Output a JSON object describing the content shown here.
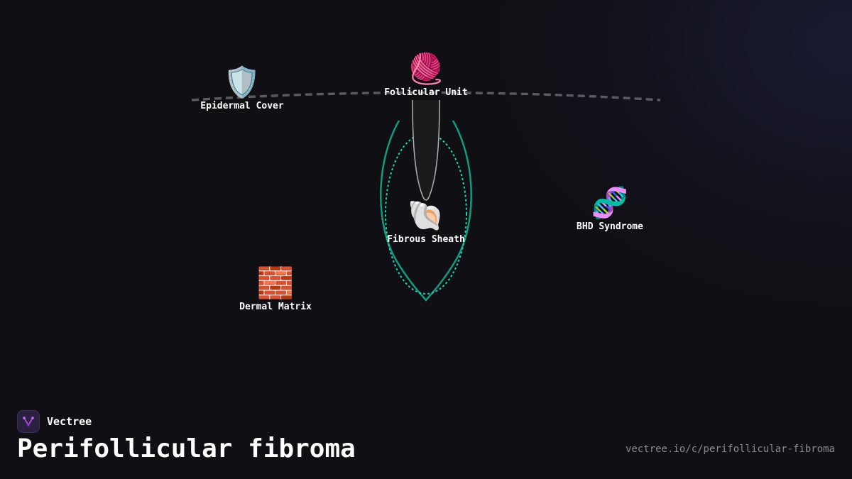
{
  "brand": {
    "name": "Vectree",
    "logo_icon": "vectree-logo-icon"
  },
  "title": "Perifollicular fibroma",
  "source_url": "vectree.io/c/perifollicular-fibroma",
  "colors": {
    "background": "#0f0f14",
    "sheath_outline": "#0e9c80",
    "sheath_dotted": "#1fd1b0",
    "skin_line": "#5a5a5f",
    "hair_shaft": "#b0b0b0",
    "text": "#ffffff",
    "muted_text": "#8a8a96"
  },
  "nodes": {
    "epidermal_cover": {
      "label": "Epidermal Cover",
      "icon": "🛡️",
      "icon_name": "shield-icon"
    },
    "follicular_unit": {
      "label": "Follicular Unit",
      "icon": "🧶",
      "icon_name": "yarn-ball-icon"
    },
    "fibrous_sheath": {
      "label": "Fibrous Sheath",
      "icon": "🐚",
      "icon_name": "spiral-shell-icon"
    },
    "bhd_syndrome": {
      "label": "BHD Syndrome",
      "icon": "🧬",
      "icon_name": "dna-icon"
    },
    "dermal_matrix": {
      "label": "Dermal Matrix",
      "icon": "🧱",
      "icon_name": "brick-wall-icon"
    }
  }
}
